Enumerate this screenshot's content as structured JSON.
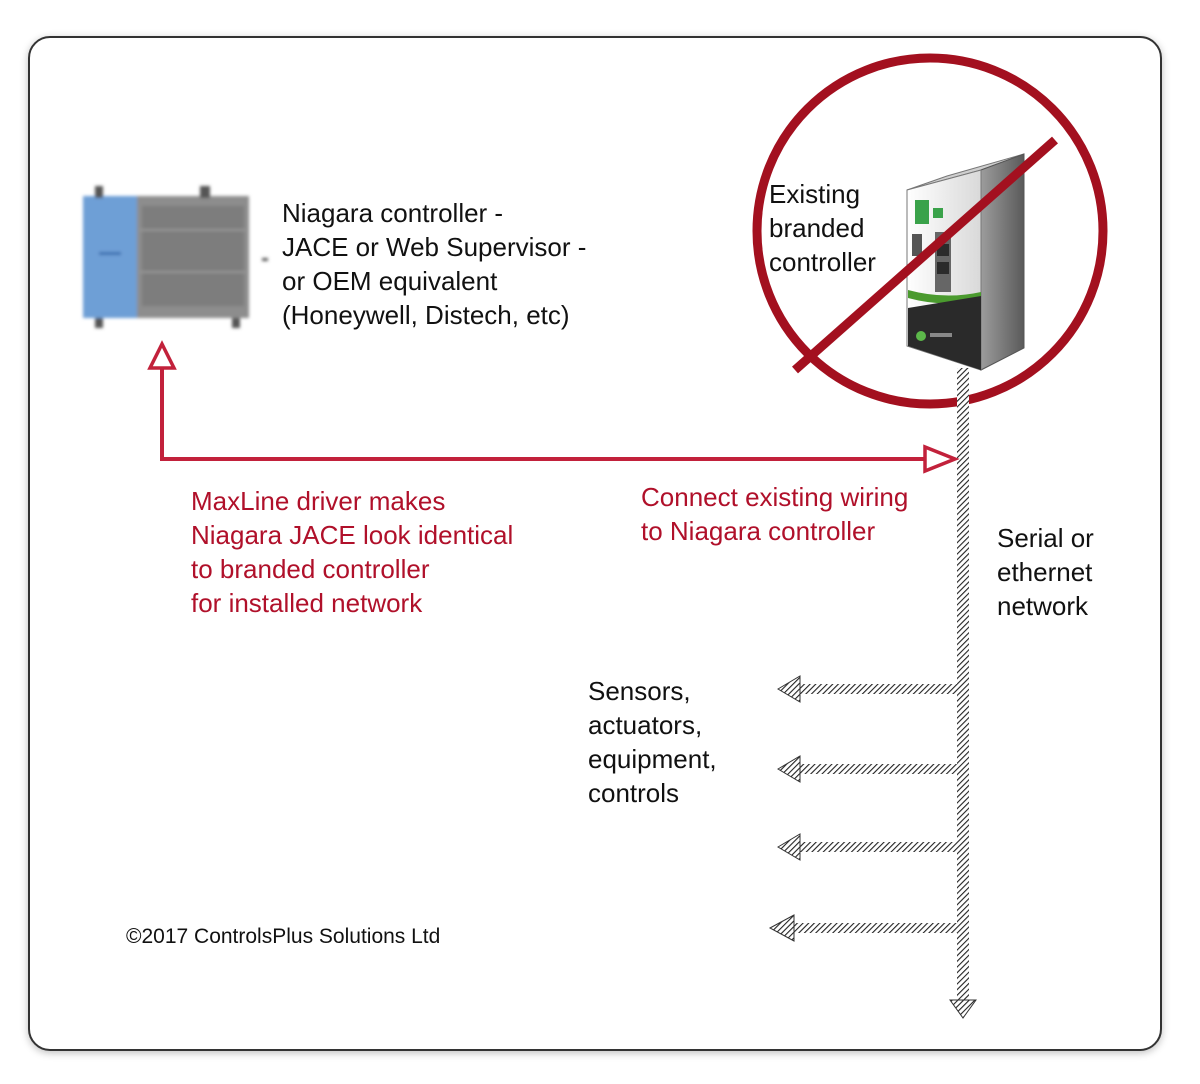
{
  "labels": {
    "niagara_controller": "Niagara controller -\nJACE or Web Supervisor -\nor OEM equivalent\n(Honeywell, Distech, etc)",
    "existing_controller": "Existing\nbranded\ncontroller",
    "maxline_driver": "MaxLine driver makes\nNiagara JACE look identical\nto branded controller\nfor installed network",
    "connect_wiring": "Connect existing wiring\nto Niagara controller",
    "network_type": "Serial or\nethernet\nnetwork",
    "field_devices": "Sensors,\nactuators,\nequipment,\ncontrols"
  },
  "copyright": "©2017 ControlsPlus Solutions Ltd",
  "colors": {
    "annotation_red": "#b0102a",
    "prohibition_red": "#a3101f",
    "controller_blue": "#6e9fd6",
    "controller_gray": "#8a8a8a",
    "wire_dark": "#333333"
  },
  "icons": [
    "niagara-controller-image",
    "branded-controller-image",
    "prohibition-sign-icon",
    "wiring-bus",
    "signal-arrow-icon"
  ]
}
